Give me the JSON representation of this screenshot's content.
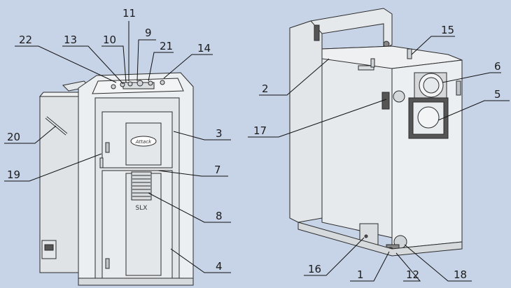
{
  "background_color": "#c7d3e7",
  "body_color": "#e9ecee",
  "outline_color": "#2b2b2b",
  "left_unit": {
    "brand_logo_text": "Attack",
    "model_mark": "SLX"
  },
  "callouts": [
    {
      "id": "c1",
      "text": "1"
    },
    {
      "id": "c2",
      "text": "2"
    },
    {
      "id": "c3",
      "text": "3"
    },
    {
      "id": "c4",
      "text": "4"
    },
    {
      "id": "c5",
      "text": "5"
    },
    {
      "id": "c6",
      "text": "6"
    },
    {
      "id": "c7",
      "text": "7"
    },
    {
      "id": "c8",
      "text": "8"
    },
    {
      "id": "c9",
      "text": "9"
    },
    {
      "id": "c10",
      "text": "10"
    },
    {
      "id": "c11",
      "text": "11"
    },
    {
      "id": "c12",
      "text": "12"
    },
    {
      "id": "c13",
      "text": "13"
    },
    {
      "id": "c14",
      "text": "14"
    },
    {
      "id": "c15",
      "text": "15"
    },
    {
      "id": "c16",
      "text": "16"
    },
    {
      "id": "c17",
      "text": "17"
    },
    {
      "id": "c18",
      "text": "18"
    },
    {
      "id": "c19",
      "text": "19"
    },
    {
      "id": "c20",
      "text": "20"
    },
    {
      "id": "c21",
      "text": "21"
    },
    {
      "id": "c22",
      "text": "22"
    }
  ]
}
